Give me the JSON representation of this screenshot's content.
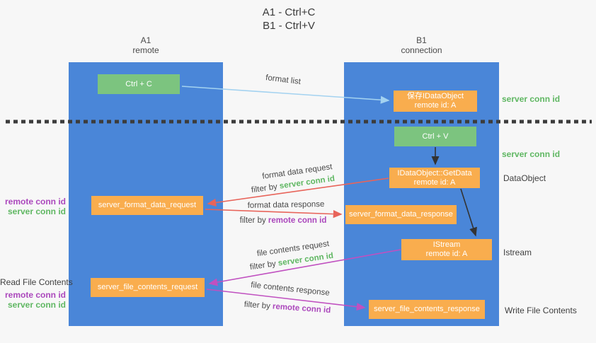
{
  "title": {
    "line1": "A1 - Ctrl+C",
    "line2": "B1 - Ctrl+V"
  },
  "columns": {
    "a": {
      "id": "A1",
      "role": "remote"
    },
    "b": {
      "id": "B1",
      "role": "connection"
    }
  },
  "nodes": {
    "ctrl_c": {
      "label": "Ctrl + C"
    },
    "save_dataobject": {
      "line1": "保存IDataObject",
      "line2": "remote id: A"
    },
    "ctrl_v": {
      "label": "Ctrl + V"
    },
    "getdata": {
      "line1": "IDataObject::GetData",
      "line2": "remote id: A"
    },
    "istream": {
      "line1": "IStream",
      "line2": "remote id: A"
    },
    "format_request": {
      "label": "server_format_data_request"
    },
    "format_response": {
      "label": "server_format_data_response"
    },
    "file_request": {
      "label": "server_file_contents_request"
    },
    "file_response": {
      "label": "server_file_contents_response"
    }
  },
  "arrows": {
    "format_list": {
      "label": "format list"
    },
    "format_data_request": {
      "label": "format data request",
      "filter_prefix": "filter by ",
      "filter_key": "server conn id"
    },
    "format_data_response": {
      "label": "format data response",
      "filter_prefix": "filter by ",
      "filter_key": "remote conn id"
    },
    "file_contents_request": {
      "label": "file contents request",
      "filter_prefix": "filter by ",
      "filter_key": "server conn id"
    },
    "file_contents_response": {
      "label": "file contents response",
      "filter_prefix": "filter by ",
      "filter_key": "remote conn id"
    }
  },
  "side_labels": {
    "right_server_conn_id_top": "server conn id",
    "right_server_conn_id_mid": "server conn id",
    "right_dataobject": "DataObject",
    "right_istream": "Istream",
    "right_write_file_contents": "Write File Contents",
    "left_remote_conn_id_top": "remote conn id",
    "left_server_conn_id_top": "server conn id",
    "left_read_file_contents": "Read File Contents",
    "left_remote_conn_id_bottom": "remote conn id",
    "left_server_conn_id_bottom": "server conn id"
  },
  "colors": {
    "column_blue": "#4a86d8",
    "node_green": "#7cc47f",
    "node_orange": "#f9ad4e",
    "conn_id_green": "#5fb762",
    "conn_id_purple": "#ab47bc",
    "arrow_red": "#e8645a",
    "arrow_magenta": "#c050c0",
    "arrow_lightblue": "#a3d2f0",
    "arrow_black": "#333333",
    "divider_dark": "#3c3c3c"
  }
}
